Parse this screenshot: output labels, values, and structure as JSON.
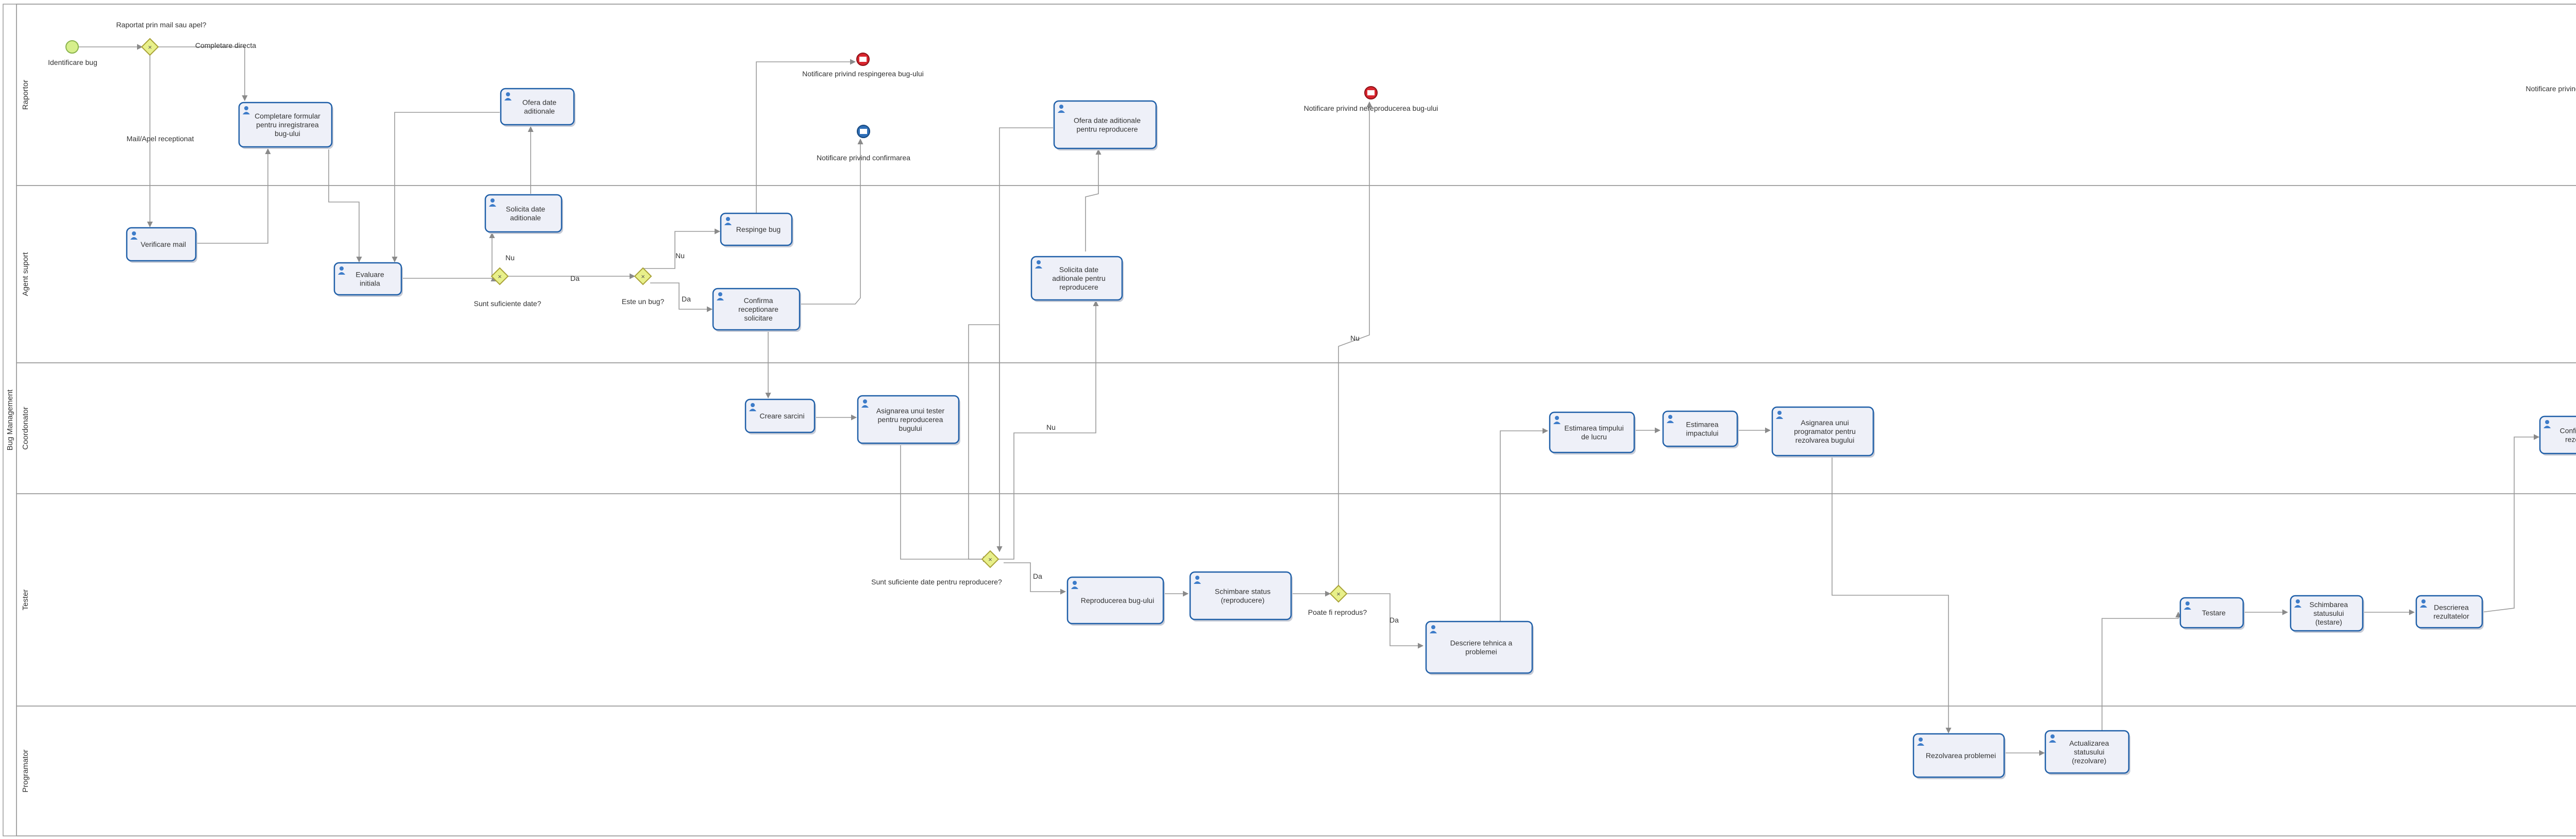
{
  "pool": {
    "label": "Bug Management"
  },
  "lanes": [
    {
      "id": "raportor",
      "label": "Raportor"
    },
    {
      "id": "agent",
      "label": "Agent suport"
    },
    {
      "id": "coord",
      "label": "Coordonator"
    },
    {
      "id": "tester",
      "label": "Tester"
    },
    {
      "id": "prog",
      "label": "Programator"
    }
  ],
  "tasks": [
    {
      "id": "t1",
      "label": "Completare formular pentru inregistrarea bug-ului"
    },
    {
      "id": "t2",
      "label": "Ofera date aditionale"
    },
    {
      "id": "t3",
      "label": "Ofera date aditionale pentru reproducere"
    },
    {
      "id": "t4",
      "label": "Verificare mail"
    },
    {
      "id": "t5",
      "label": "Evaluare initiala"
    },
    {
      "id": "t6",
      "label": "Solicita date aditionale"
    },
    {
      "id": "t7",
      "label": "Respinge bug"
    },
    {
      "id": "t8",
      "label": "Confirma receptionare solicitare"
    },
    {
      "id": "t9",
      "label": "Solicita date aditionale pentru reproducere"
    },
    {
      "id": "t10",
      "label": "Creare sarcini"
    },
    {
      "id": "t11",
      "label": "Asignarea unui tester pentru reproducerea bugului"
    },
    {
      "id": "t12",
      "label": "Estimarea timpului de lucru"
    },
    {
      "id": "t13",
      "label": "Estimarea impactului"
    },
    {
      "id": "t14",
      "label": "Asignarea unui programator pentru rezolvarea bugului"
    },
    {
      "id": "t15",
      "label": "Confirmarea rezolvarii"
    },
    {
      "id": "t16",
      "label": "Reproducerea bug-ului"
    },
    {
      "id": "t17",
      "label": "Schimbare status (reproducere)"
    },
    {
      "id": "t18",
      "label": "Descriere tehnica a problemei"
    },
    {
      "id": "t19",
      "label": "Testare"
    },
    {
      "id": "t20",
      "label": "Schimbarea statusului (testare)"
    },
    {
      "id": "t21",
      "label": "Descrierea rezultatelor"
    },
    {
      "id": "t22",
      "label": "Rezolvarea problemei"
    },
    {
      "id": "t23",
      "label": "Actualizarea statusului (rezolvare)"
    }
  ],
  "events": [
    {
      "id": "start",
      "label": "Identificare bug"
    },
    {
      "id": "end1",
      "label": "Notificare privind respingerea bug-ului"
    },
    {
      "id": "msg",
      "label": "Notificare privind confirmarea"
    },
    {
      "id": "end2",
      "label": "Notificare privind nereproducerea bug-ului"
    },
    {
      "id": "end3",
      "label": "Notificare privind rezolvarea bug-ului"
    }
  ],
  "gateways": [
    {
      "id": "g1",
      "label": "Raportat prin mail sau apel?"
    },
    {
      "id": "g2",
      "label": "Sunt suficiente date?"
    },
    {
      "id": "g3",
      "label": "Este un bug?"
    },
    {
      "id": "g4",
      "label": "Sunt suficiente date pentru reproducere?"
    },
    {
      "id": "g5",
      "label": "Poate fi reprodus?"
    }
  ],
  "flow_labels": {
    "completare": "Completare directa",
    "mail": "Mail/Apel receptionat",
    "nu1": "Nu",
    "da1": "Da",
    "nu2": "Nu",
    "da2": "Da",
    "nu3": "Nu",
    "da3": "Da",
    "nu4": "Nu",
    "da4": "Da"
  },
  "colors": {
    "task_border": "#1f5fa8",
    "task_fill": "#eef0f8",
    "gateway_fill": "#e8f08a",
    "start_fill": "#d6ef8c",
    "end_fill": "#d9262e",
    "message_fill": "#2f6fb8",
    "lane_border": "#9a9a9a"
  }
}
